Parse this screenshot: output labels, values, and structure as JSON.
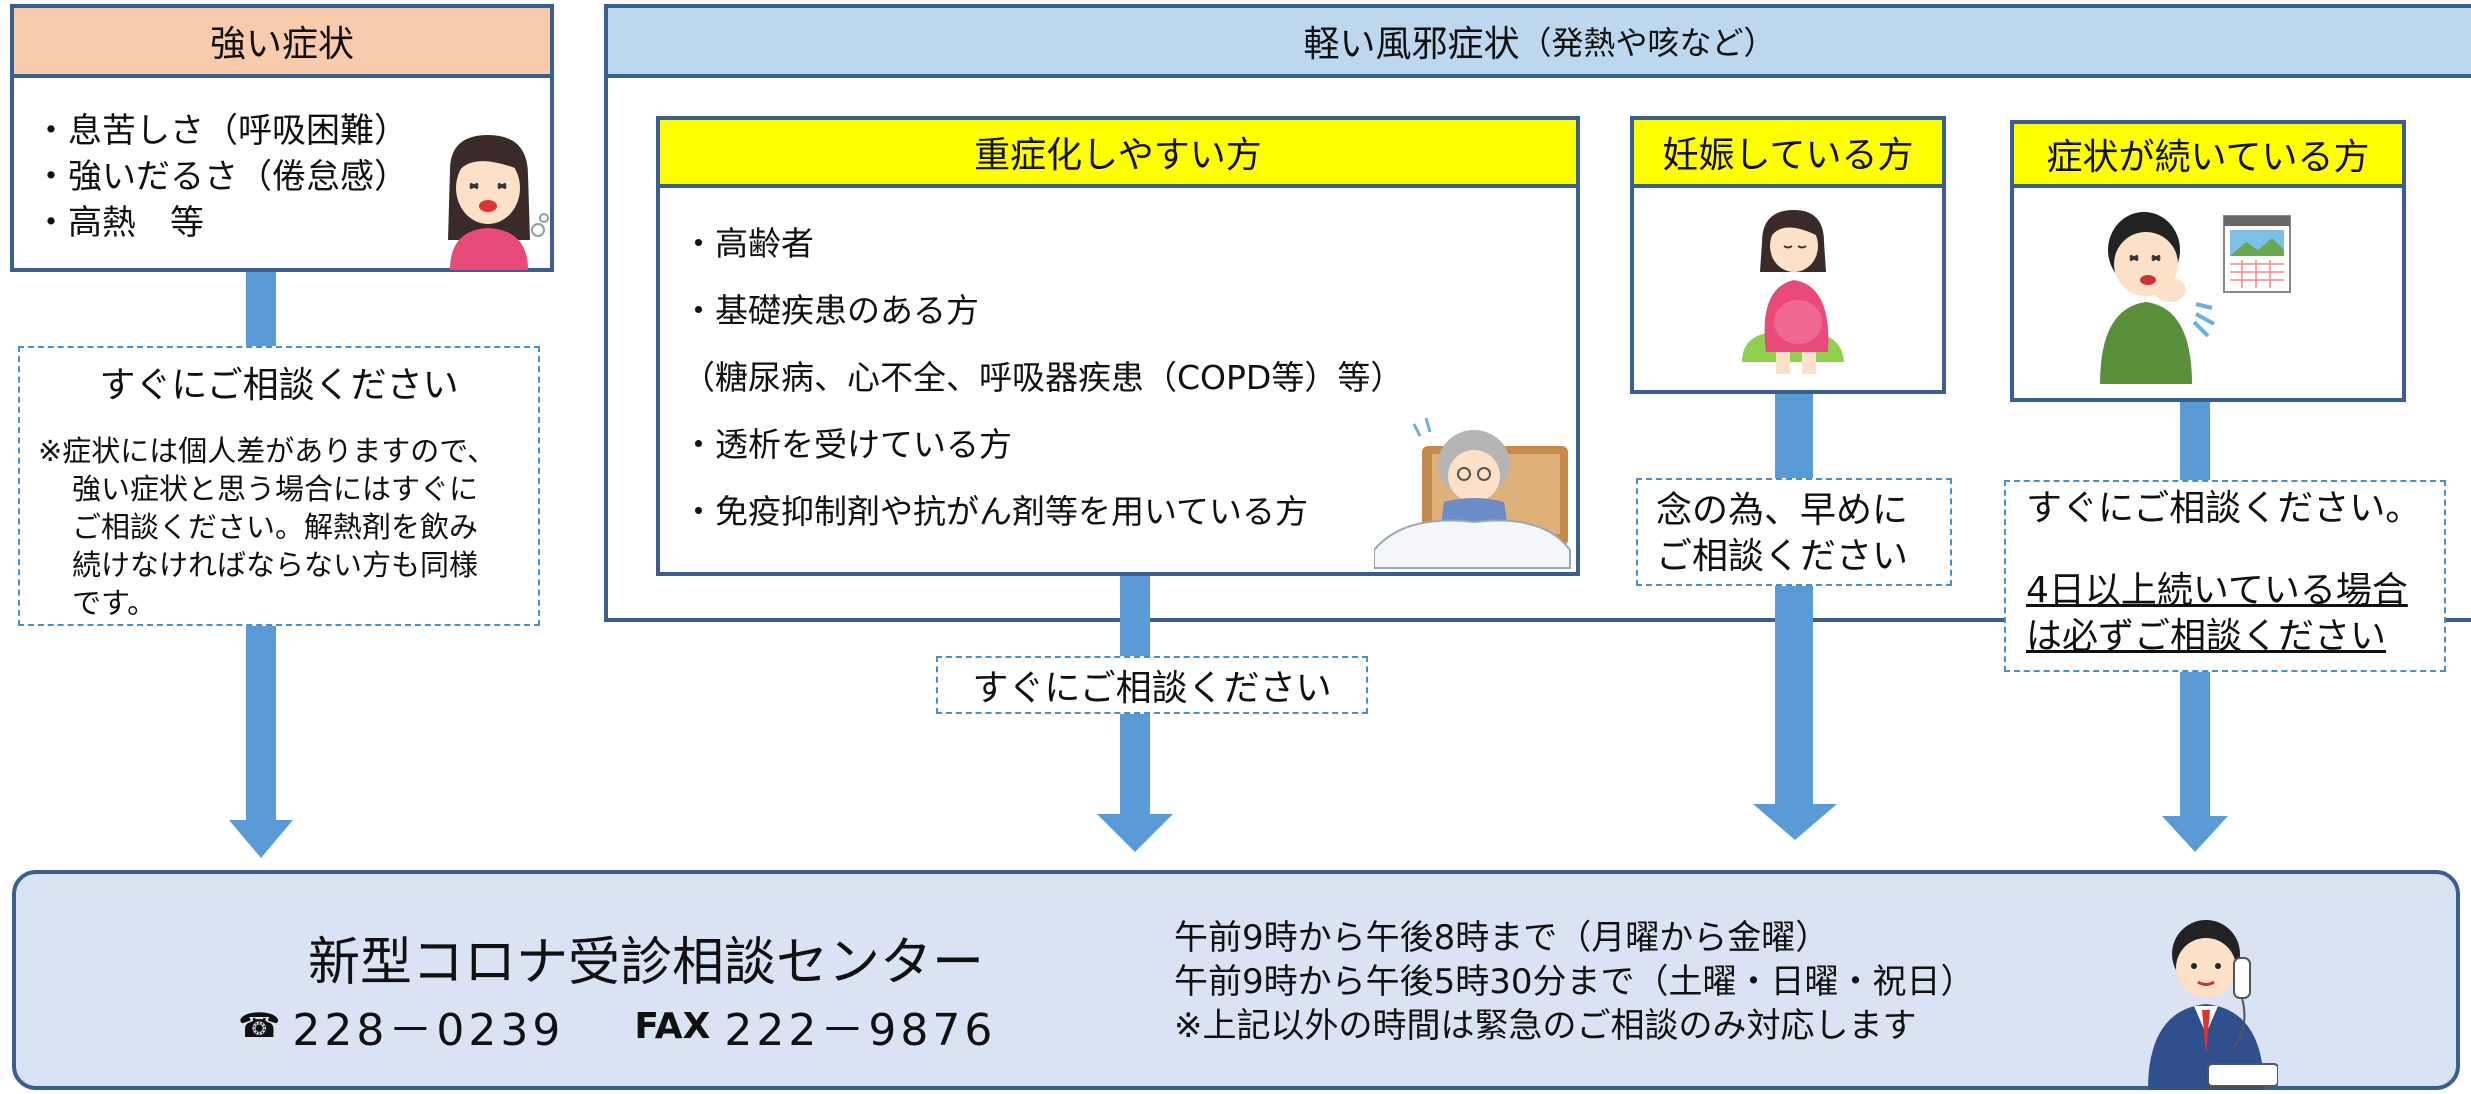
{
  "strong_symptoms": {
    "title": "強い症状",
    "items": [
      "・息苦しさ（呼吸困難）",
      "・強いだるさ（倦怠感）",
      "・高熱　等"
    ],
    "advice": "すぐにご相談ください",
    "note": [
      "※症状には個人差がありますので、",
      "強い症状と思う場合にはすぐに",
      "ご相談ください。解熱剤を飲み",
      "続けなければならない方も同様",
      "です。"
    ]
  },
  "mild_cold": {
    "title": "軽い風邪症状",
    "title_sub": "（発熱や咳など）",
    "high_risk": {
      "title": "重症化しやすい方",
      "items": [
        "・高齢者",
        "・基礎疾患のある方",
        "（糖尿病、心不全、呼吸器疾患（COPD等）等）",
        "・透析を受けている方",
        "・免疫抑制剤や抗がん剤等を用いている方"
      ],
      "advice": "すぐにご相談ください"
    },
    "pregnant": {
      "title": "妊娠している方",
      "advice": [
        "念の為、早めに",
        "ご相談ください"
      ]
    },
    "continuing": {
      "title": "症状が続いている方",
      "advice": "すぐにご相談ください。",
      "emphasis": [
        "4日以上続いている場合",
        "は必ずご相談ください"
      ]
    }
  },
  "center": {
    "name": "新型コロナ受診相談センター",
    "tel": "228－0239",
    "fax_label": "FAX",
    "fax": "222－9876",
    "hours": [
      "午前9時から午後8時まで（月曜から金曜）",
      "午前9時から午後5時30分まで（土曜・日曜・祝日）",
      "※上記以外の時間は緊急のご相談のみ対応します"
    ]
  },
  "colors": {
    "strong_header": "#f8cbad",
    "mild_header": "#bdd7ee",
    "yellow_header": "#ffff00",
    "arrow": "#5b9bd5",
    "border": "#3a5f8f",
    "center_bg": "#dae3f3"
  }
}
